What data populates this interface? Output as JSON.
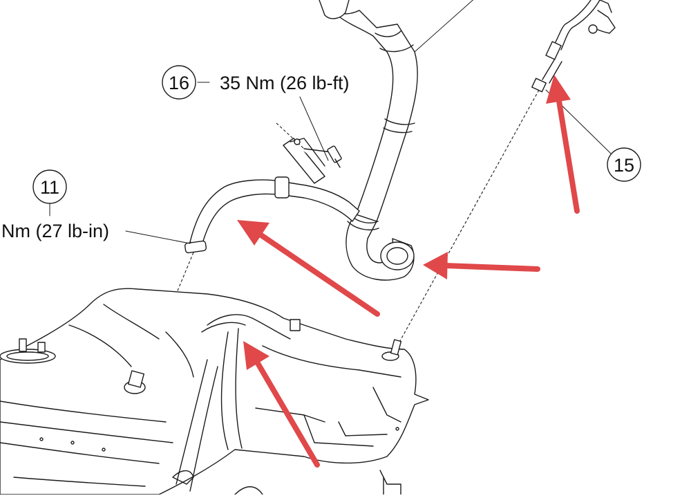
{
  "callouts": {
    "c16": {
      "number": "16",
      "spec": "35 Nm (26 lb-ft)"
    },
    "c11": {
      "number": "11",
      "spec": "Nm (27 lb-in)"
    },
    "c15": {
      "number": "15"
    }
  },
  "arrows": {
    "color": "#e0484a",
    "count": 4
  },
  "colors": {
    "line": "#1a1a1a",
    "background": "#ffffff"
  }
}
